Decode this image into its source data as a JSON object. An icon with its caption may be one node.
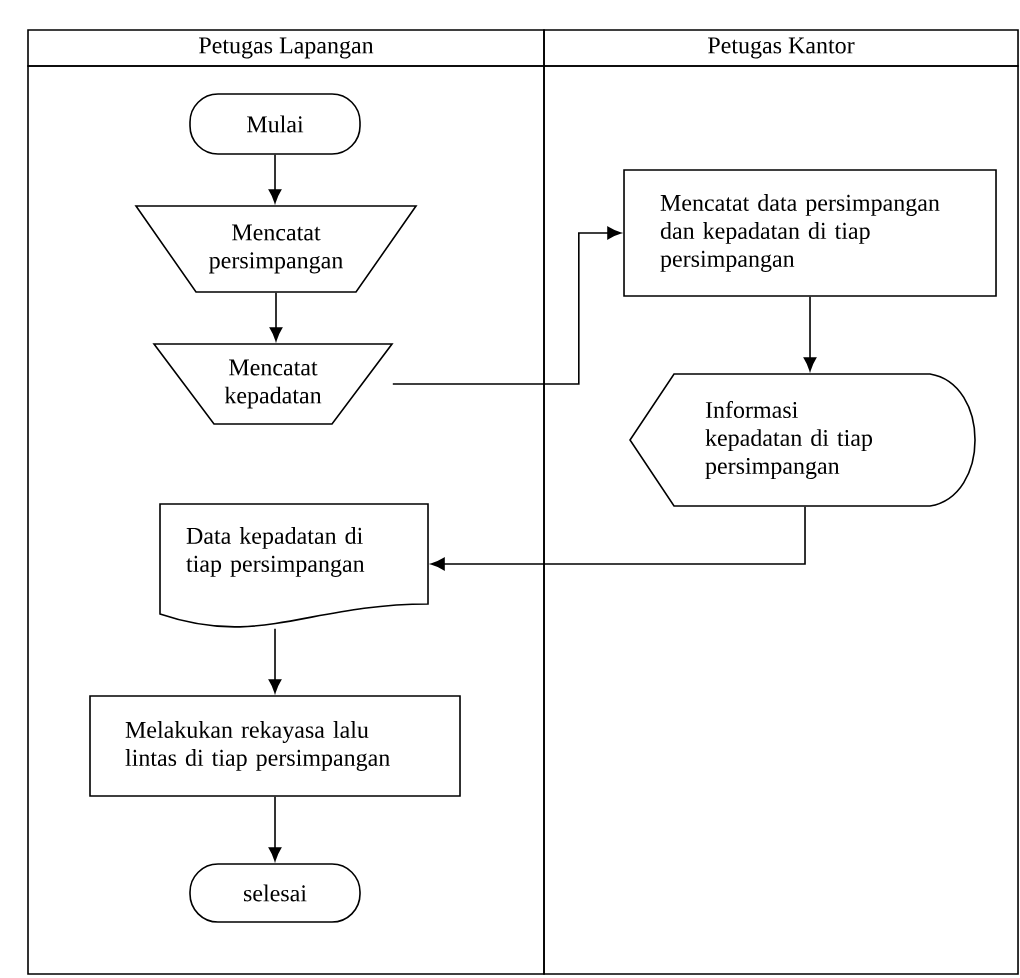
{
  "diagram": {
    "nodes": [
      {
        "text": [
          "Petugas Lapangan"
        ]
      },
      {
        "text": [
          "Petugas Kantor"
        ]
      },
      {
        "text": [
          "Mulai"
        ],
        "in": 0
      },
      {
        "text": [
          "Mencatat persimpangan"
        ],
        "in": 0
      },
      {
        "text": [
          "Mencatat kepadatan"
        ],
        "in": 0
      },
      {
        "text": [
          "Mencatat data persimpangan dan kepadatan di tiap persimpangan"
        ],
        "in": 1
      },
      {
        "text": [
          "Informasi kepadatan di  tiap persimpangan"
        ],
        "in": 1
      },
      {
        "text": [
          "Data kepadatan di tiap persimpangan"
        ],
        "in": 0
      },
      {
        "text": [
          "Melakukan rekayasa lalu lintas di tiap persimpangan"
        ],
        "in": 0
      },
      {
        "text": [
          "selesai"
        ],
        "in": 0
      }
    ],
    "edges": [
      {
        "from": 2,
        "to": 3,
        "arrow": "to"
      },
      {
        "from": 3,
        "to": 4,
        "arrow": "to"
      },
      {
        "from": 4,
        "to": 5,
        "arrow": "to"
      },
      {
        "from": 5,
        "to": 6,
        "arrow": "to"
      },
      {
        "from": 6,
        "to": 7,
        "arrow": "to"
      },
      {
        "from": 7,
        "to": 8,
        "arrow": "to"
      },
      {
        "from": 8,
        "to": 9,
        "arrow": "to"
      }
    ]
  }
}
